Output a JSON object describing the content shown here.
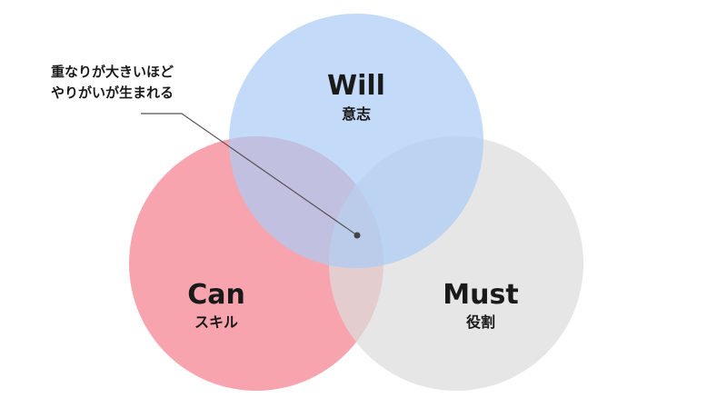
{
  "sets": {
    "will": {
      "label": "Will",
      "sublabel": "意志",
      "color": "#a9ccf5"
    },
    "can": {
      "label": "Can",
      "sublabel": "スキル",
      "color": "#f7909c"
    },
    "must": {
      "label": "Must",
      "sublabel": "役割",
      "color": "#dcdcdc"
    }
  },
  "annotation": {
    "line1": "重なりが大きいほど",
    "line2": "やりがいが生まれる"
  }
}
